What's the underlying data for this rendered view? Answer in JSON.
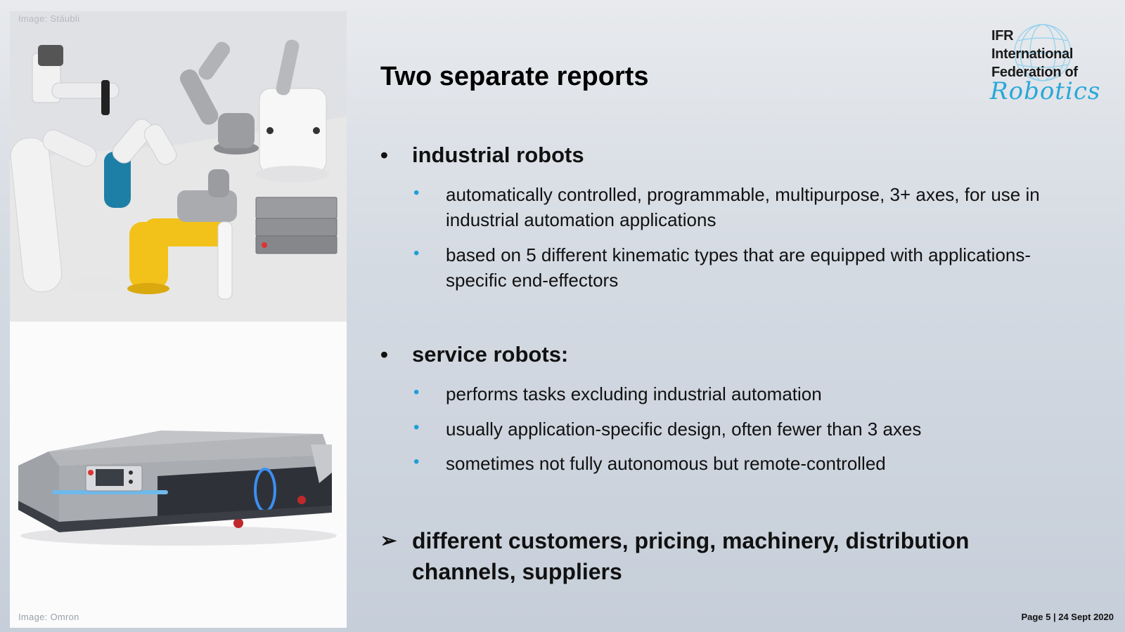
{
  "slide": {
    "title": "Two separate reports",
    "footer": "Page 5 | 24 Sept 2020"
  },
  "images": {
    "top_credit": "Image: Stäubli",
    "bottom_credit": "Image: Omron"
  },
  "logo": {
    "line1": "IFR",
    "line2": "International",
    "line3": "Federation of",
    "script": "Robotics",
    "accent_color": "#28a8d8"
  },
  "sections": [
    {
      "heading": "industrial robots",
      "items": [
        "automatically controlled, programmable, multipurpose, 3+ axes, for use in industrial automation applications",
        "based on 5 different kinematic types that are equipped with applications-specific end-effectors"
      ]
    },
    {
      "heading": "service robots:",
      "items": [
        "performs tasks excluding industrial automation",
        "usually application-specific design, often fewer than 3 axes",
        "sometimes not fully autonomous but remote-controlled"
      ]
    }
  ],
  "conclusion": "different customers, pricing, machinery, distribution channels, suppliers",
  "bullet_color": "#1e9ed8"
}
